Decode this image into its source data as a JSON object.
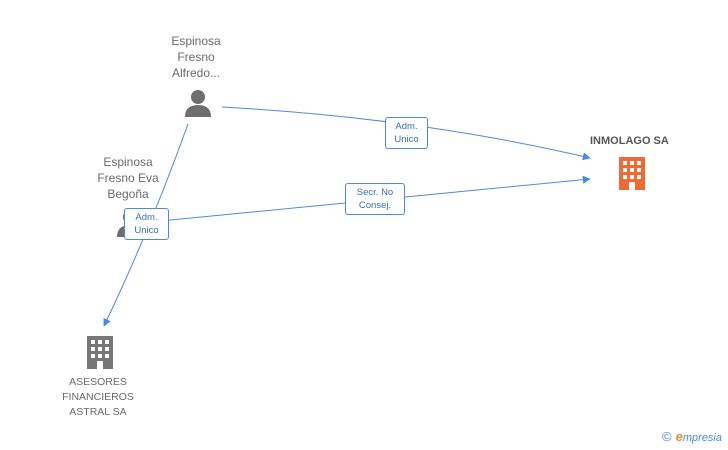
{
  "nodes": {
    "person1": {
      "name": "Espinosa\nFresno\nAlfredo..."
    },
    "person2": {
      "name": "Espinosa\nFresno Eva\nBegoña"
    },
    "company_main": {
      "name": "INMOLAGO SA",
      "color": "#f06a36"
    },
    "company_other": {
      "name": "ASESORES\nFINANCIEROS\nASTRAL SA",
      "color": "#777777"
    }
  },
  "edges": {
    "e1": {
      "label": "Adm.\nUnico"
    },
    "e2": {
      "label": "Secr.  No\nConsej."
    },
    "e3": {
      "label": "Adm.\nUnico"
    }
  },
  "colors": {
    "edge": "#4a8adf",
    "person_icon": "#6e6e6e"
  },
  "brand": {
    "copyright": "©",
    "e": "e",
    "rest": "mpresia"
  }
}
